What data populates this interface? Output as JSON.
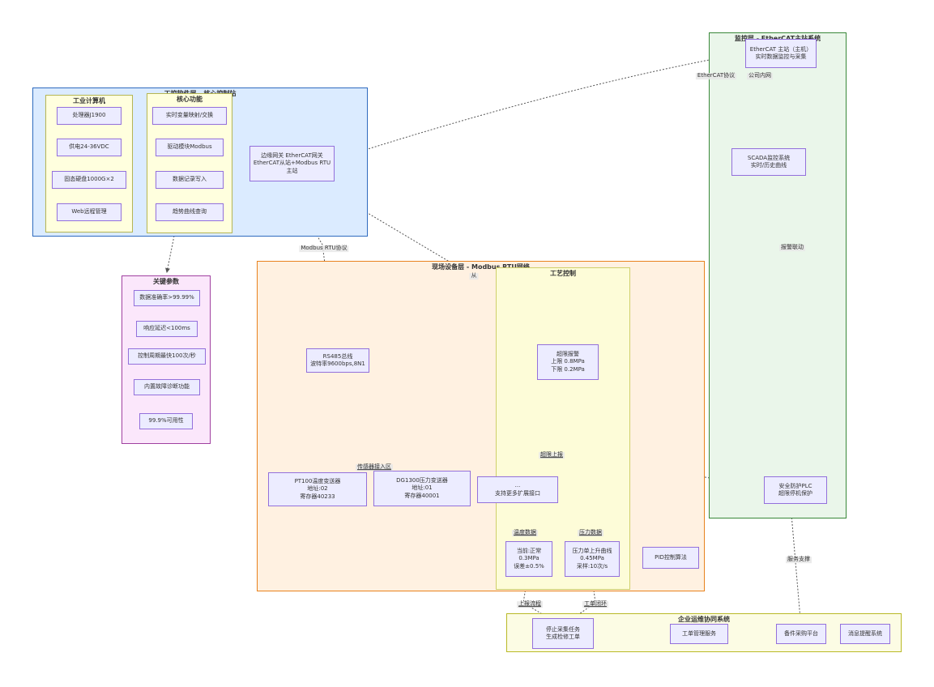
{
  "colors": {
    "node_fill": "#ececff",
    "node_border": "#9370db",
    "blue_container": "#2f6bbf",
    "yellow_container": "#b5b553",
    "purple_container": "#a040a0",
    "orange_container": "#e8821e",
    "green_container": "#398839",
    "bottom_container": "#b9b926",
    "edge": "#555555"
  },
  "blue_container": {
    "title": "工控软件层 - 核心控制站",
    "sub1": {
      "title": "工业计算机",
      "items": [
        "处理器J1900",
        "供电24-36VDC",
        "固态硬盘1000G×2",
        "Web远程管理"
      ]
    },
    "sub2": {
      "title": "核心功能",
      "items": [
        "实时变量映射/交换",
        "驱动模块Modbus",
        "数据记录写入",
        "趋势曲线查询"
      ]
    }
  },
  "gateway": {
    "lines": [
      "边缘网关 EtherCAT网关",
      "EtherCAT从站+Modbus RTU",
      "主站"
    ]
  },
  "purple_container": {
    "title": "关键参数",
    "items": [
      "数据准确率>99.99%",
      "响应延迟<100ms",
      "控制周期最快100次/秒",
      "内置故障诊断功能",
      "99.9%可用性"
    ]
  },
  "orange_container": {
    "title": "现场设备层 - Modbus RTU网络",
    "poll_label": "从",
    "rs485": {
      "lines": [
        "RS485总线",
        "波特率9600bps,8N1"
      ]
    },
    "sensor_area_label": "传感器接入区",
    "devices": [
      {
        "lines": [
          "PT100温度变送器",
          "地址:02",
          "寄存器40233"
        ]
      },
      {
        "lines": [
          "DG1300压力变送器",
          "地址:01",
          "寄存器40001"
        ]
      },
      {
        "lines": [
          "...",
          "支持更多扩展接口"
        ]
      }
    ],
    "process": {
      "title": "工艺控制",
      "alarm": {
        "lines": [
          "超限报警",
          "上限 0.8MPa",
          "下限 0.2MPa"
        ]
      },
      "report_label": "超限上报",
      "temp_label": "温度数据",
      "pressure_label": "压力数据",
      "temp_node": {
        "lines": [
          "当前:正常",
          "0.3MPa",
          "误差±0.5%"
        ]
      },
      "pressure_node": {
        "lines": [
          "压力单上升曲线",
          "0.45MPa",
          "采样:10次/s"
        ]
      }
    },
    "pid_label": "PID控制算法"
  },
  "green_container": {
    "title": "监控层 - EtherCAT主站系统",
    "master": {
      "lines": [
        "EtherCAT 主站（主机）",
        "实时数据监控与采集"
      ]
    },
    "labels": {
      "ethercat": "EtherCAT协议",
      "intranet": "公司内网",
      "alarm_link": "报警联动"
    },
    "scada": {
      "lines": [
        "SCADA监控系统",
        "实时/历史曲线"
      ]
    },
    "safety": {
      "lines": [
        "安全防护PLC",
        "超限停机保护"
      ]
    }
  },
  "support_label": "服务支撑",
  "bottom_container": {
    "title": "企业运维协同系统",
    "flow_label": "上报流程",
    "loop_label": "工单闭环",
    "node1": {
      "lines": [
        "停止采集任务",
        "生成检修工单"
      ]
    },
    "node2": "工单管理服务",
    "node3": "备件采购平台",
    "node4": "消息提醒系统"
  },
  "edge_labels": {
    "modbus": "Modbus RTU协议"
  }
}
